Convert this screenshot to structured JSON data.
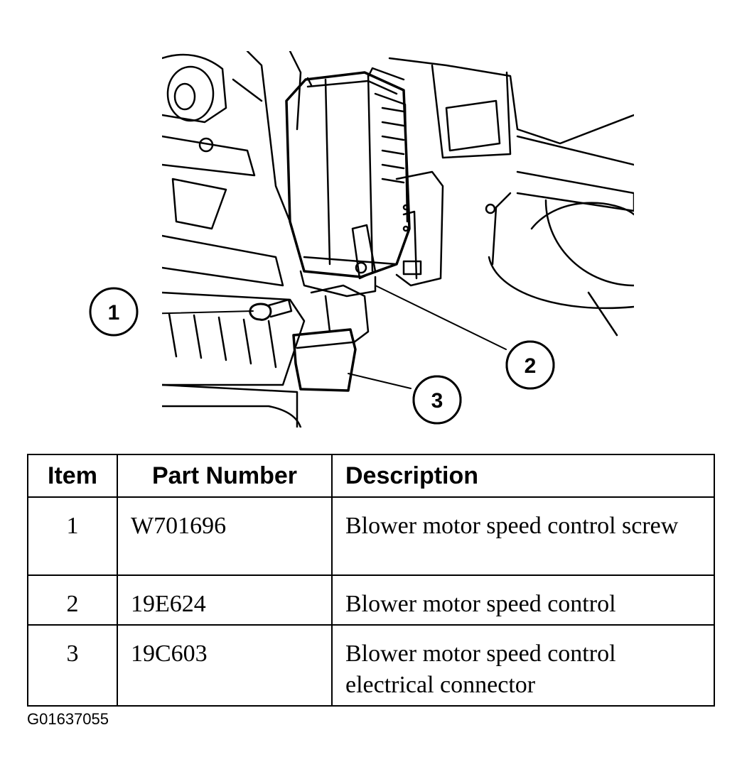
{
  "diagram": {
    "callouts": [
      {
        "id": 1,
        "label": "1"
      },
      {
        "id": 2,
        "label": "2"
      },
      {
        "id": 3,
        "label": "3"
      }
    ]
  },
  "table": {
    "headers": {
      "item": "Item",
      "part_number": "Part Number",
      "description": "Description"
    },
    "rows": [
      {
        "item": "1",
        "part_number": "W701696",
        "description": "Blower motor speed control screw"
      },
      {
        "item": "2",
        "part_number": "19E624",
        "description": "Blower motor speed control"
      },
      {
        "item": "3",
        "part_number": "19C603",
        "description": "Blower motor speed control electrical connector"
      }
    ]
  },
  "figure_id": "G01637055"
}
